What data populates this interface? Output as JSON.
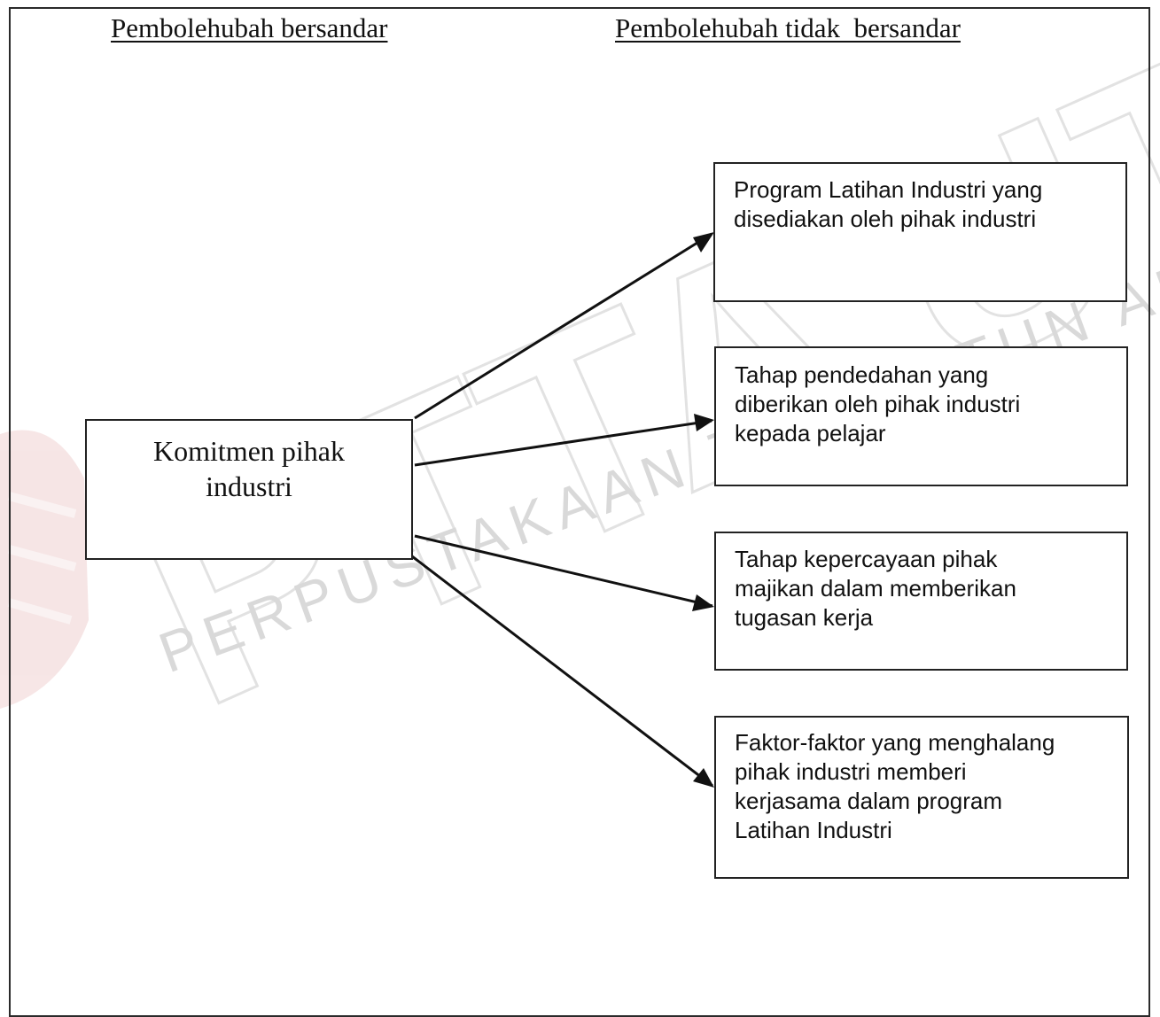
{
  "headings": {
    "dependent": "Pembolehubah bersandar",
    "independent": "Pembolehubah tidak  bersandar"
  },
  "source": {
    "label": "Komitmen pihak\nindustri"
  },
  "targets": [
    {
      "label": "Program Latihan Industri yang\ndisediakan oleh pihak industri"
    },
    {
      "label": "Tahap pendedahan yang\ndiberikan oleh pihak industri\nkepada pelajar"
    },
    {
      "label": "Tahap kepercayaan pihak\nmajikan dalam memberikan\ntugasan kerja"
    },
    {
      "label": "Faktor-faktor yang menghalang\npihak industri memberi\nkerjasama dalam program\nLatihan Industri"
    }
  ],
  "watermark": {
    "main": "PTTA UTHM",
    "arc": "PERPUSTAKAAN TUNKU TUN AMINAH",
    "color": "#d9d9d9"
  }
}
